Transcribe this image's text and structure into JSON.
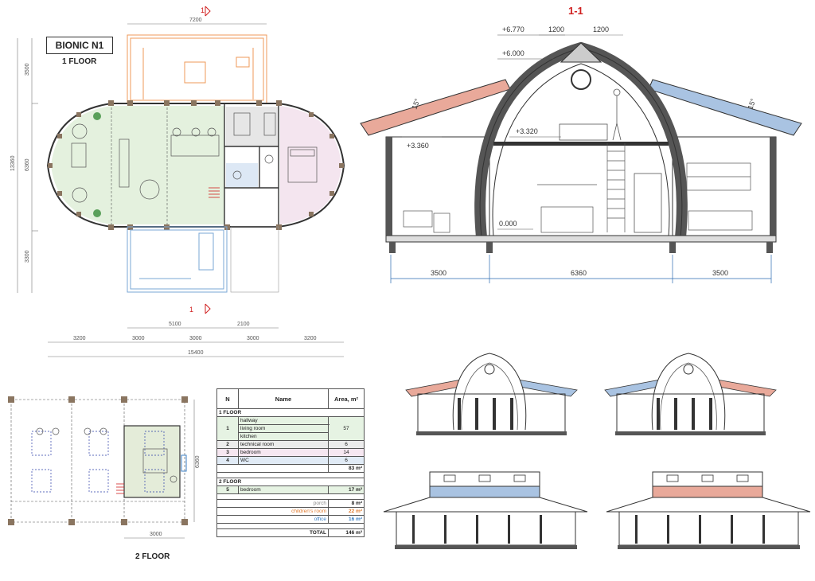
{
  "project": {
    "title": "BIONIC N1"
  },
  "floor1": {
    "label": "1 FLOOR",
    "dims_top": [
      "7200"
    ],
    "dims_left": [
      "3500",
      "6360",
      "3300",
      "13360"
    ],
    "dims_bottom_a": [
      "5100",
      "2100"
    ],
    "dims_bottom_b": [
      "3200",
      "3000",
      "3000",
      "3000",
      "3200"
    ],
    "dims_total": "15400",
    "cut_marker": "1"
  },
  "floor2": {
    "label": "2 FLOOR",
    "dim_bottom": "3000",
    "dim_side": "6360"
  },
  "section": {
    "title": "1-1",
    "levels": [
      "+6.770",
      "+6.000",
      "+3.320",
      "+3.360",
      "0.000"
    ],
    "top_dims": [
      "1200",
      "1200"
    ],
    "roof_angle_left": "15°",
    "roof_angle_right": "15°",
    "bottom_dims": [
      "3500",
      "6360",
      "3500"
    ]
  },
  "area_table": {
    "headers": [
      "N",
      "Name",
      "Area, m²"
    ],
    "floor1_label": "1 FLOOR",
    "floor1_rows": [
      {
        "n": "1",
        "names": [
          "hallway",
          "living room",
          "kitchen"
        ],
        "area": "57"
      },
      {
        "n": "2",
        "names": [
          "technical room"
        ],
        "area": "6"
      },
      {
        "n": "3",
        "names": [
          "bedroom"
        ],
        "area": "14"
      },
      {
        "n": "4",
        "names": [
          "WC"
        ],
        "area": "6"
      }
    ],
    "floor1_total": "83 m²",
    "floor2_label": "2 FLOOR",
    "floor2_rows": [
      {
        "n": "5",
        "names": [
          "bedroom"
        ],
        "area": "17 m²"
      }
    ],
    "extras": [
      {
        "name": "porch",
        "area": "8 m²"
      },
      {
        "name": "children's room",
        "area": "22 m²"
      },
      {
        "name": "office",
        "area": "16 m²"
      }
    ],
    "total_label": "TOTAL",
    "total_value": "146 m²"
  },
  "colors": {
    "living_green": "#e4f1de",
    "bedroom_pink": "#f4e5ef",
    "wc_blue": "#dde8f5",
    "tech_grey": "#e6e6e6",
    "roof_left": "#e9a99a",
    "roof_right": "#a9c3e2",
    "orange_line": "#ef9a58",
    "blue_line": "#7aa7d6",
    "accent_red": "#d02020"
  }
}
